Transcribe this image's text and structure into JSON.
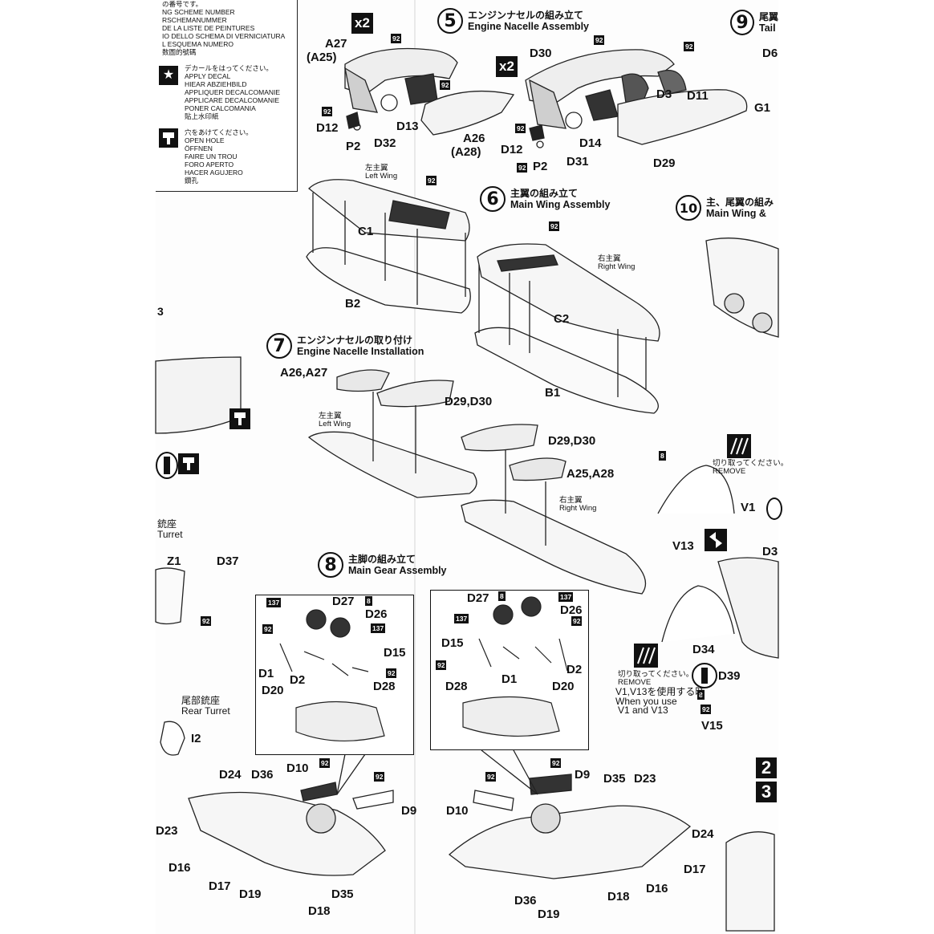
{
  "legend": {
    "scheme_lines": [
      "の番号です。",
      "NG SCHEME NUMBER",
      "RSCHEMANUMMER",
      "DE LA LISTE DE PEINTURES",
      "IO DELLO SCHEMA DI VERNICIATURA",
      "L ESQUEMA NUMERO",
      "数圖的號碼"
    ],
    "decal_lines": [
      "デカールをはってください。",
      "APPLY DECAL",
      "HIEAR ABZIEHBILD",
      "APPLIQUER DECALCOMANIE",
      "APPLICARE DECALCOMANIE",
      "PONER CALCOMANIA",
      "貼上水印紙"
    ],
    "hole_lines": [
      "穴をあけてください。",
      "OPEN HOLE",
      "ÖFFNEN",
      "FAIRE UN TROU",
      "FORO APERTO",
      "HACER AGUJERO",
      "鑽孔"
    ]
  },
  "steps": {
    "s5": {
      "num": "5",
      "jp": "エンジンナセルの組み立て",
      "en": "Engine Nacelle Assembly"
    },
    "s6": {
      "num": "6",
      "jp": "主翼の組み立て",
      "en": "Main Wing Assembly"
    },
    "s7": {
      "num": "7",
      "jp": "エンジンナセルの取り付け",
      "en": "Engine Nacelle Installation"
    },
    "s8": {
      "num": "8",
      "jp": "主脚の組み立て",
      "en": "Main Gear Assembly"
    },
    "s9": {
      "num": "9",
      "jp": "尾翼",
      "en": "Tail"
    },
    "s10": {
      "num": "10",
      "jp": "主、尾翼の組み",
      "en": "Main Wing &"
    }
  },
  "multipliers": {
    "a": "x2",
    "b": "x2"
  },
  "texts": {
    "left_wing_jp": "左主翼",
    "left_wing_en": "Left Wing",
    "right_wing_jp": "右主翼",
    "right_wing_en": "Right Wing",
    "remove_jp": "切り取ってください。",
    "remove_en": "REMOVE",
    "use_jp": "V1,V13を使用する時",
    "use_en1": "When you use",
    "use_en2": "V1 and V13",
    "turret_jp": "銃座",
    "turret_en": "Turret",
    "rear_turret_jp": "尾部銃座",
    "rear_turret_en": "Rear Turret",
    "step3_fragment": "3",
    "right_steps": [
      "2",
      "3"
    ]
  },
  "parts": {
    "a27": "A27",
    "a25": "(A25)",
    "d12a": "D12",
    "p2a": "P2",
    "d32": "D32",
    "d13": "D13",
    "a26": "A26",
    "a28": "(A28)",
    "d30": "D30",
    "d3": "D3",
    "d11": "D11",
    "d12b": "D12",
    "p2b": "P2",
    "d14": "D14",
    "d31": "D31",
    "d29": "D29",
    "d6": "D6",
    "g1": "G1",
    "c1": "C1",
    "b2": "B2",
    "c2": "C2",
    "b1": "B1",
    "a26a27": "A26,A27",
    "d29d30a": "D29,D30",
    "d29d30b": "D29,D30",
    "a25a28": "A25,A28",
    "v1": "V1",
    "v13": "V13",
    "d3b": "D3",
    "d34": "D34",
    "d39": "D39",
    "v15": "V15",
    "z1": "Z1",
    "d37": "D37",
    "i2": "I2",
    "l_d27": "D27",
    "l_d26": "D26",
    "l_d15": "D15",
    "l_d1": "D1",
    "l_d2": "D2",
    "l_d20": "D20",
    "l_d28": "D28",
    "r_d27": "D27",
    "r_d26": "D26",
    "r_d15": "D15",
    "r_d1": "D1",
    "r_d2": "D2",
    "r_d20": "D20",
    "r_d28": "D28",
    "d24a": "D24",
    "d36a": "D36",
    "d10a": "D10",
    "d9a": "D9",
    "d23a": "D23",
    "d16a": "D16",
    "d17a": "D17",
    "d19a": "D19",
    "d35a": "D35",
    "d18a": "D18",
    "d10b": "D10",
    "d9b": "D9",
    "d35b": "D35",
    "d23b": "D23",
    "d24b": "D24",
    "d17b": "D17",
    "d16b": "D16",
    "d18b": "D18",
    "d36b": "D36",
    "d19b": "D19"
  },
  "colors": {
    "tag": "92",
    "tag137": "137",
    "tag8": "8"
  }
}
